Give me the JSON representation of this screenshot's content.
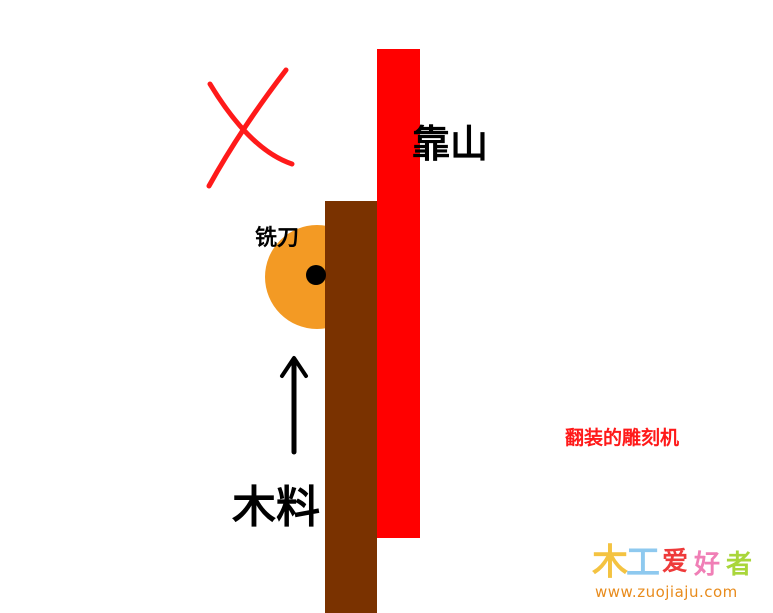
{
  "labels": {
    "fence": "靠山",
    "cutter": "铣刀",
    "wood": "木料",
    "caption": "翻装的雕刻机"
  },
  "watermark": {
    "chars": [
      "木",
      "工",
      "爱",
      "好",
      "者"
    ],
    "domain": "www.zuojiaju.com"
  },
  "colors": {
    "fence": "#ff0000",
    "wood": "#7a3200",
    "cutter": "#f39a24",
    "cross": "#ff1a1a",
    "caption": "#ff1a1a"
  },
  "icons": {
    "cross": "wrong-cross-icon",
    "arrow": "up-arrow-icon"
  }
}
